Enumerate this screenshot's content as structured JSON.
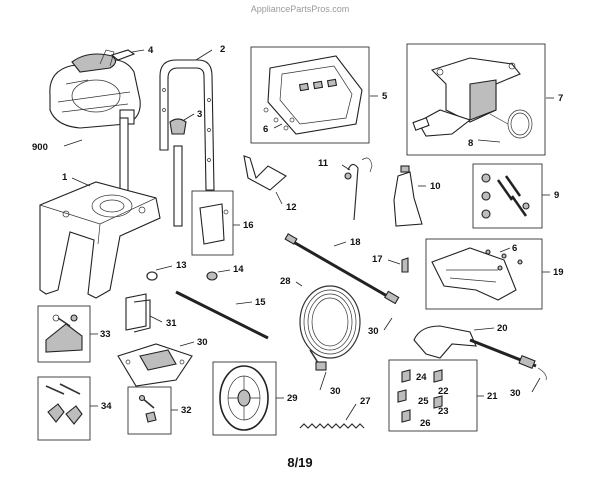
{
  "watermark": "AppliancePartsPros.com",
  "page_number": "8/19",
  "callouts": {
    "p1": "1",
    "p2": "2",
    "p3": "3",
    "p4": "4",
    "p5": "5",
    "p6a": "6",
    "p6b": "6",
    "p7": "7",
    "p8": "8",
    "p9": "9",
    "p10": "10",
    "p11": "11",
    "p12": "12",
    "p13": "13",
    "p14": "14",
    "p15": "15",
    "p16": "16",
    "p17": "17",
    "p18": "18",
    "p19": "19",
    "p20": "20",
    "p21": "21",
    "p22": "22",
    "p23": "23",
    "p24": "24",
    "p25": "25",
    "p26": "26",
    "p27": "27",
    "p28": "28",
    "p29": "29",
    "p30a": "30",
    "p30b": "30",
    "p30c": "30",
    "p30d": "30",
    "p31": "31",
    "p32": "32",
    "p33": "33",
    "p34": "34",
    "p900": "900"
  }
}
